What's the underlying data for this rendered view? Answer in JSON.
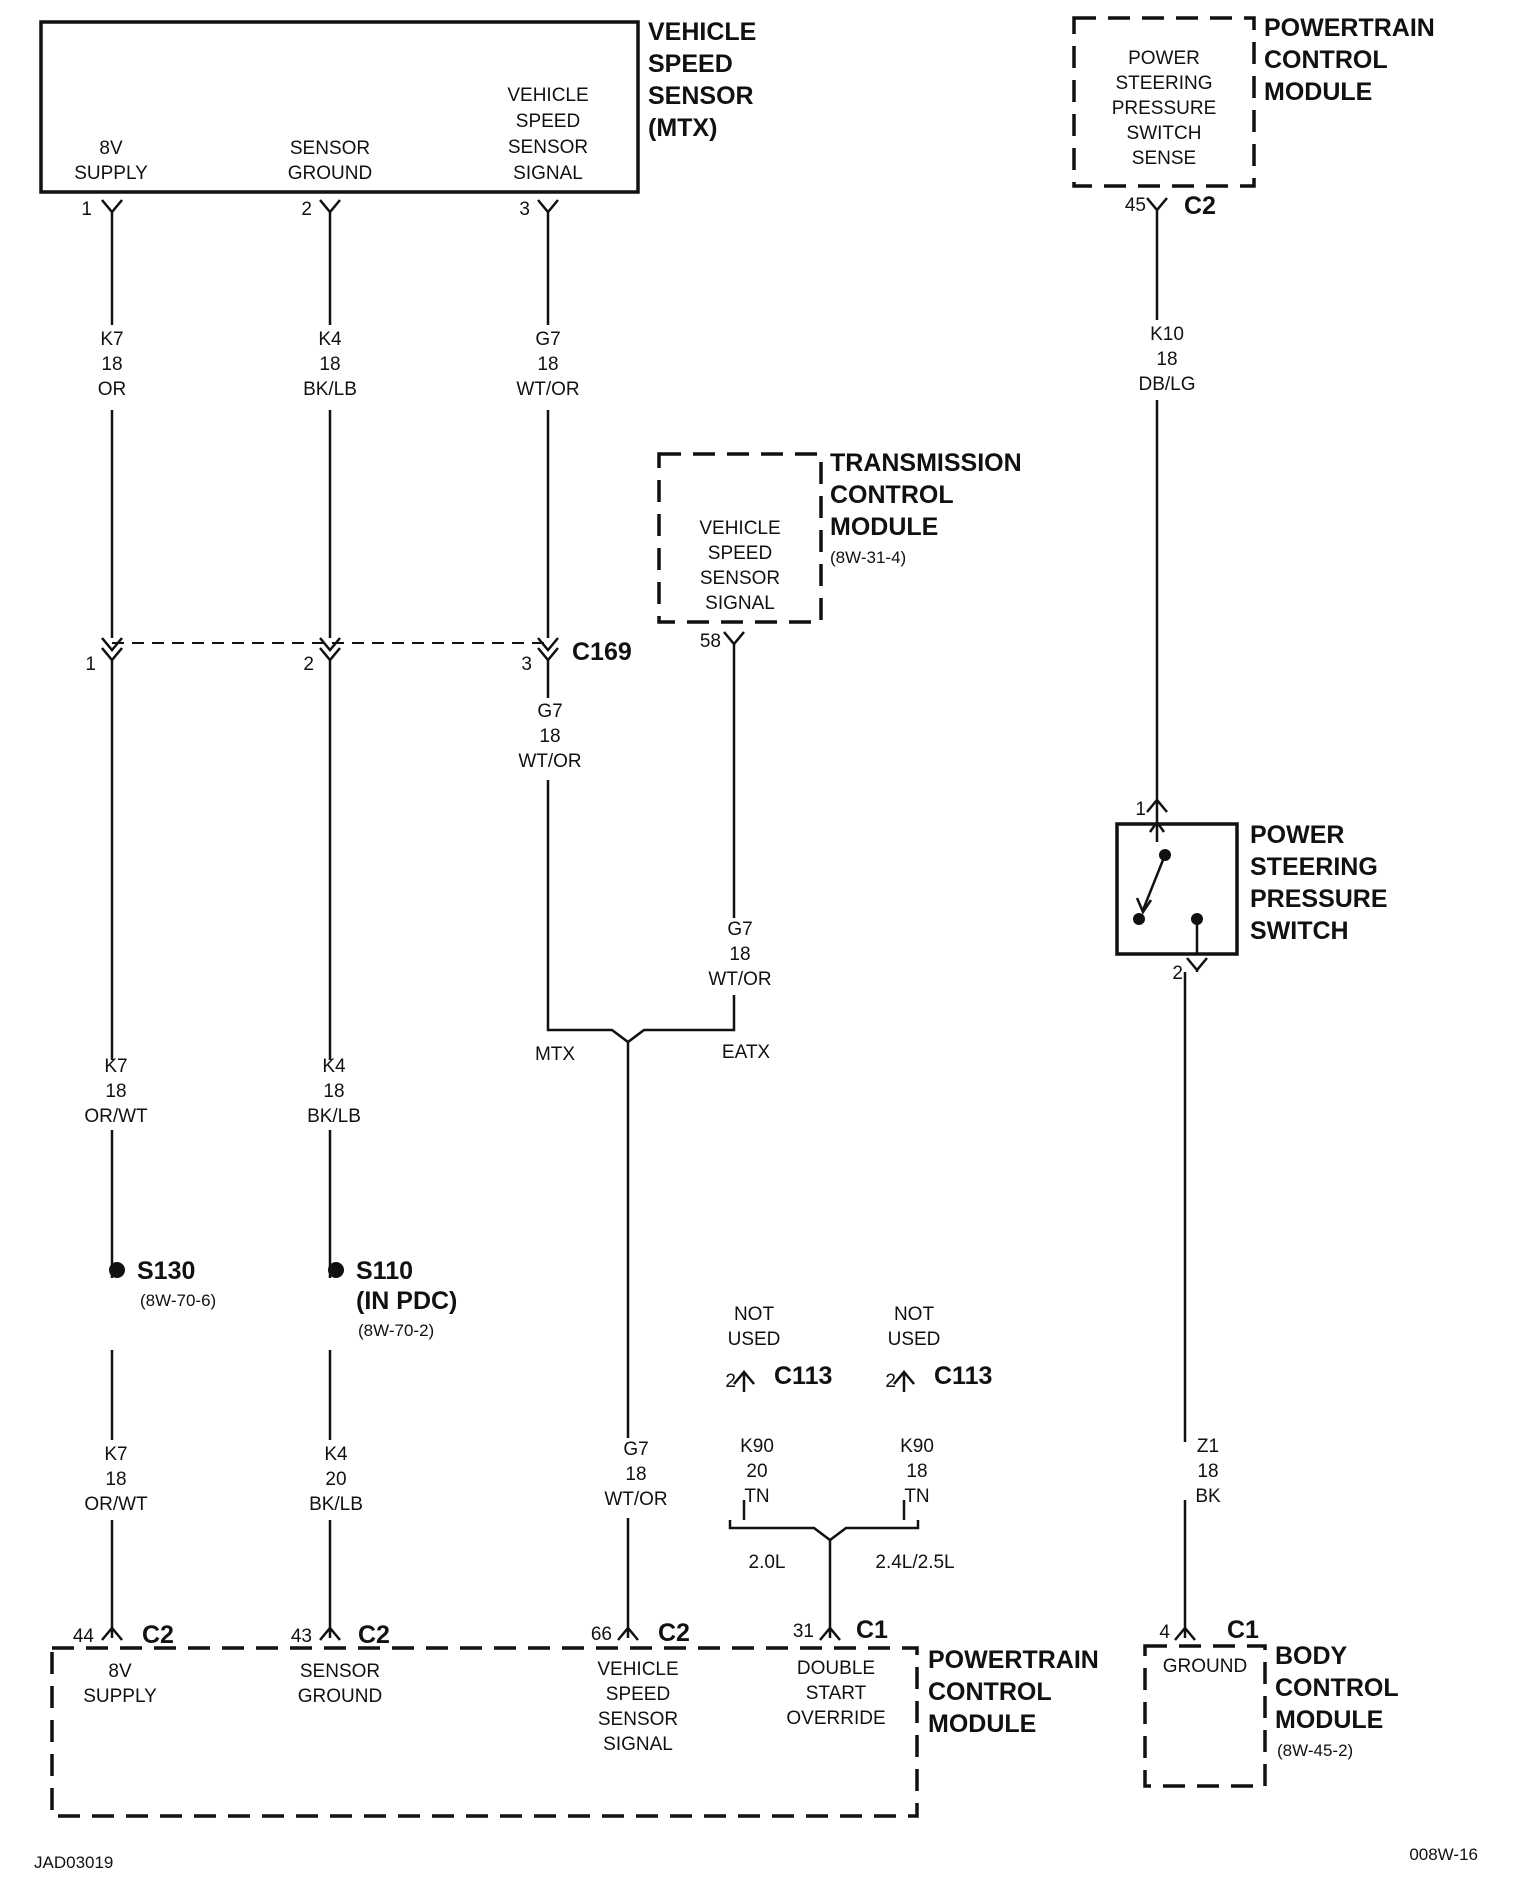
{
  "vss_module": {
    "name": [
      "VEHICLE",
      "SPEED",
      "SENSOR",
      "(MTX)"
    ],
    "pins": [
      {
        "num": "1",
        "label": [
          "8V",
          "SUPPLY"
        ]
      },
      {
        "num": "2",
        "label": [
          "SENSOR",
          "GROUND"
        ]
      },
      {
        "num": "3",
        "label": [
          "VEHICLE",
          "SPEED",
          "SENSOR",
          "SIGNAL"
        ]
      }
    ]
  },
  "pcm_top": {
    "name": [
      "POWERTRAIN",
      "CONTROL",
      "MODULE"
    ],
    "inner": [
      "POWER",
      "STEERING",
      "PRESSURE",
      "SWITCH",
      "SENSE"
    ],
    "pin": "45",
    "connector": "C2"
  },
  "tcm": {
    "name": [
      "TRANSMISSION",
      "CONTROL",
      "MODULE"
    ],
    "ref": "(8W-31-4)",
    "inner": [
      "VEHICLE",
      "SPEED",
      "SENSOR",
      "SIGNAL"
    ],
    "pin": "58"
  },
  "c169": {
    "label": "C169",
    "pins": [
      "1",
      "2",
      "3"
    ]
  },
  "wires": {
    "w_k7_a": [
      "K7",
      "18",
      "OR"
    ],
    "w_k4_a": [
      "K4",
      "18",
      "BK/LB"
    ],
    "w_g7_a": [
      "G7",
      "18",
      "WT/OR"
    ],
    "w_g7_b": [
      "G7",
      "18",
      "WT/OR"
    ],
    "w_g7_tcm": [
      "G7",
      "18",
      "WT/OR"
    ],
    "w_k7_b": [
      "K7",
      "18",
      "OR/WT"
    ],
    "w_k4_b": [
      "K4",
      "18",
      "BK/LB"
    ],
    "w_k7_c": [
      "K7",
      "18",
      "OR/WT"
    ],
    "w_k4_c": [
      "K4",
      "20",
      "BK/LB"
    ],
    "w_g7_c": [
      "G7",
      "18",
      "WT/OR"
    ],
    "w_k10": [
      "K10",
      "18",
      "DB/LG"
    ],
    "w_z1": [
      "Z1",
      "18",
      "BK"
    ],
    "w_k90_a": [
      "K90",
      "20",
      "TN"
    ],
    "w_k90_b": [
      "K90",
      "18",
      "TN"
    ]
  },
  "option_labels": {
    "mtx": "MTX",
    "eatx": "EATX",
    "l20": "2.0L",
    "l2425": "2.4L/2.5L"
  },
  "splices": {
    "s130": {
      "name": "S130",
      "ref": "(8W-70-6)"
    },
    "s110": {
      "name": "S110",
      "sub": "(IN PDC)",
      "ref": "(8W-70-2)"
    }
  },
  "not_used": {
    "a": {
      "text": [
        "NOT",
        "USED"
      ],
      "pin": "2",
      "connector": "C113"
    },
    "b": {
      "text": [
        "NOT",
        "USED"
      ],
      "pin": "2",
      "connector": "C113"
    }
  },
  "ps_switch": {
    "name": [
      "POWER",
      "STEERING",
      "PRESSURE",
      "SWITCH"
    ],
    "pin_top": "1",
    "pin_bottom": "2"
  },
  "pcm_bottom": {
    "name": [
      "POWERTRAIN",
      "CONTROL",
      "MODULE"
    ],
    "pins": [
      {
        "num": "44",
        "conn": "C2",
        "label": [
          "8V",
          "SUPPLY"
        ]
      },
      {
        "num": "43",
        "conn": "C2",
        "label": [
          "SENSOR",
          "GROUND"
        ]
      },
      {
        "num": "66",
        "conn": "C2",
        "label": [
          "VEHICLE",
          "SPEED",
          "SENSOR",
          "SIGNAL"
        ]
      },
      {
        "num": "31",
        "conn": "C1",
        "label": [
          "DOUBLE",
          "START",
          "OVERRIDE"
        ]
      }
    ]
  },
  "bcm": {
    "name": [
      "BODY",
      "CONTROL",
      "MODULE"
    ],
    "ref": "(8W-45-2)",
    "pin": "4",
    "connector": "C1",
    "inner": "GROUND"
  },
  "footer": {
    "left": "JAD03019",
    "right": "008W-16"
  }
}
